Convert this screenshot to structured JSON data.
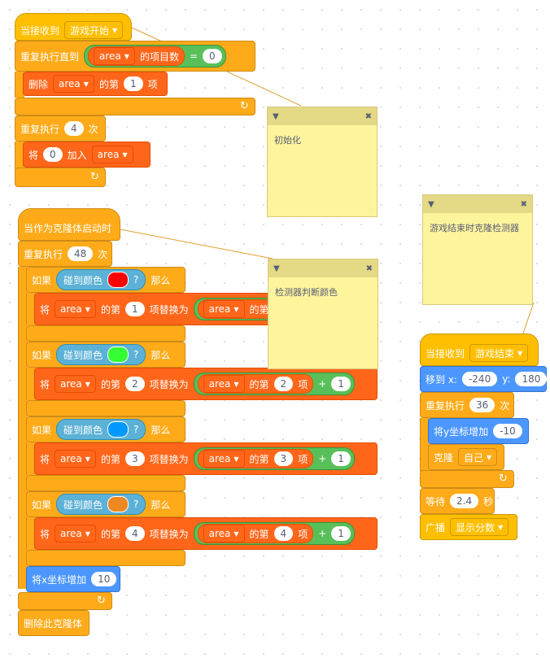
{
  "script1": {
    "hat_label": "当接收到",
    "hat_message": "游戏开始",
    "repeat_until_label": "重复执行直到",
    "list_name": "area",
    "item_count_label": "的项目数",
    "equals": "=",
    "equals_value": "0",
    "delete_label": "删除",
    "of_the": "的第",
    "delete_index": "1",
    "item_suffix": "项",
    "repeat_label": "重复执行",
    "repeat_count": "4",
    "times_suffix": "次",
    "add_label": "将",
    "add_value": "0",
    "add_into": "加入"
  },
  "note1": {
    "text": "初始化"
  },
  "script2": {
    "hat_label": "当作为克隆体启动时",
    "repeat_label": "重复执行",
    "repeat_count": "48",
    "times_suffix": "次",
    "if_label": "如果",
    "touch_color_label": "碰到颜色",
    "question": "?",
    "then_label": "那么",
    "set_label": "将",
    "list_name": "area",
    "of_the": "的第",
    "replace_label": "项替换为",
    "item_suffix": "项",
    "plus": "+",
    "plus_value": "1",
    "idx1": "1",
    "idx2": "2",
    "idx3": "3",
    "idx4": "4",
    "color1": "#ff0000",
    "color2": "#33ff33",
    "color3": "#0099ff",
    "color4": "#ee8822",
    "change_x_label": "将x坐标增加",
    "change_x_value": "10",
    "delete_clone_label": "删除此克隆体"
  },
  "note2": {
    "text": "检测器判断颜色"
  },
  "note3": {
    "text": "游戏结束时克隆检测器"
  },
  "script3": {
    "hat_label": "当接收到",
    "hat_message": "游戏结束",
    "goto_label": "移到 x:",
    "x_value": "-240",
    "y_label": "y:",
    "y_value": "180",
    "repeat_label": "重复执行",
    "repeat_count": "36",
    "times_suffix": "次",
    "change_y_label": "将y坐标增加",
    "change_y_value": "-10",
    "clone_label": "克隆",
    "clone_target": "自己",
    "wait_label": "等待",
    "wait_value": "2.4",
    "seconds_label": "秒",
    "broadcast_label": "广播",
    "broadcast_message": "显示分数"
  }
}
